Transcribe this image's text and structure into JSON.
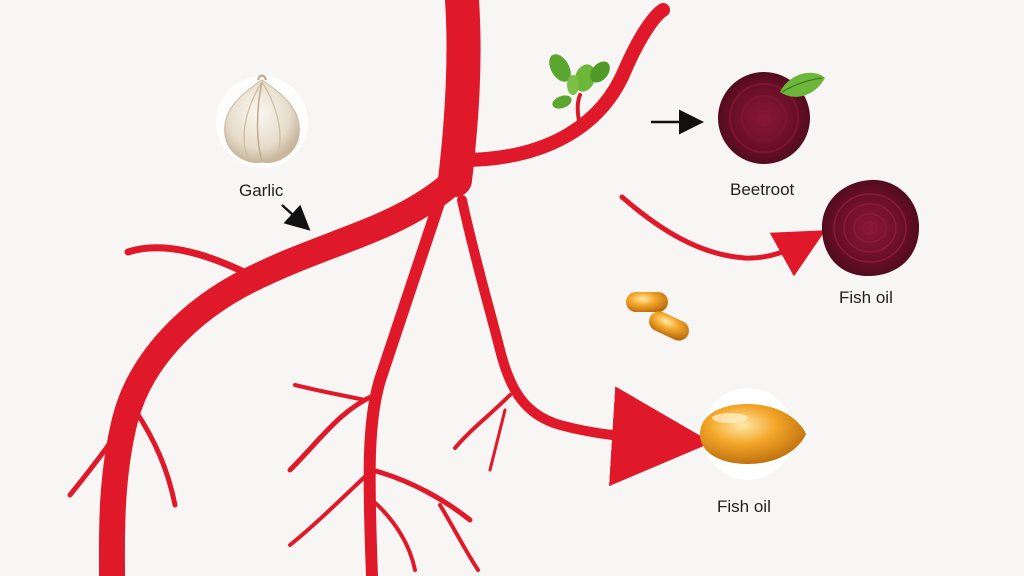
{
  "labels": {
    "garlic": "Garlic",
    "beetroot": "Beetroot",
    "fish_oil_top": "Fish oil",
    "fish_oil_bottom": "Fish oil"
  },
  "colors": {
    "vessel": "#e0192a",
    "vessel_dark": "#b5101f",
    "beet": "#6b0f28",
    "leaf": "#5aa62e",
    "capsule": "#f0a23a",
    "arrow": "#111111"
  },
  "icons": [
    "garlic-icon",
    "beetroot-icon",
    "beet-slice-icon",
    "fish-oil-capsules-icon",
    "fish-oil-capsule-icon",
    "herb-sprig-icon"
  ]
}
